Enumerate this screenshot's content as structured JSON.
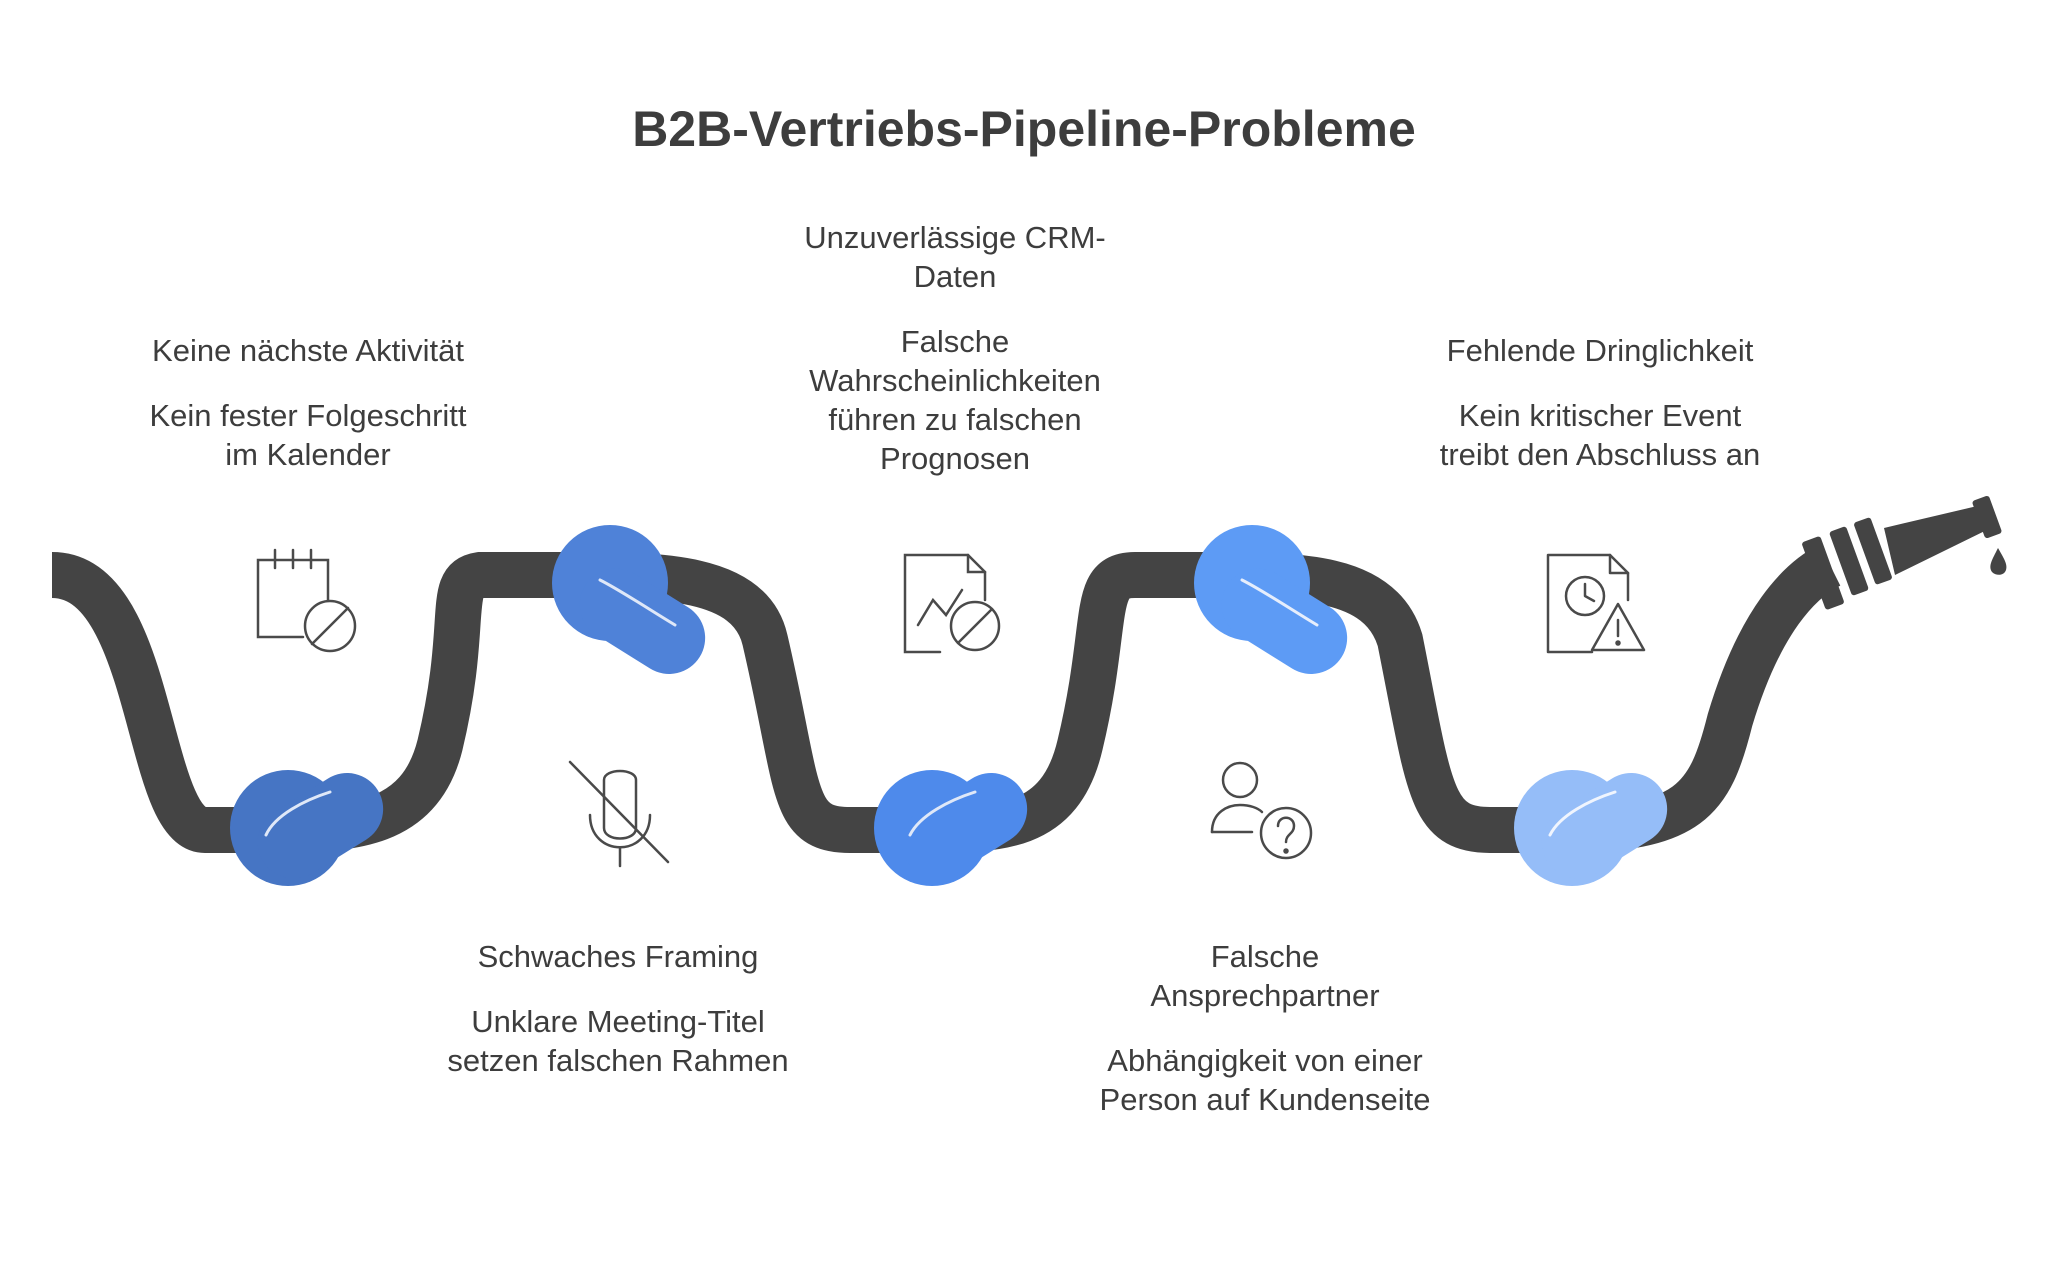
{
  "title": "B2B-Vertriebs-Pipeline-Probleme",
  "steps": [
    {
      "heading": "Keine nächste Aktivität",
      "description_lines": [
        "Kein fester Folgeschritt",
        "im Kalender"
      ],
      "icon": "calendar-blocked-icon",
      "knot_color": "#4675C4"
    },
    {
      "heading_lines": [
        "Schwaches Framing"
      ],
      "description_lines": [
        "Unklare Meeting-Titel",
        "setzen falschen Rahmen"
      ],
      "icon": "muted-microphone-icon",
      "knot_color": "#4F82D8"
    },
    {
      "heading_lines": [
        "Unzuverlässige CRM-",
        "Daten"
      ],
      "description_lines": [
        "Falsche",
        "Wahrscheinlichkeiten",
        "führen zu falschen",
        "Prognosen"
      ],
      "icon": "chart-blocked-icon",
      "knot_color": "#4E8AEB"
    },
    {
      "heading_lines": [
        "Falsche",
        "Ansprechpartner"
      ],
      "description_lines": [
        "Abhängigkeit von einer",
        "Person auf Kundenseite"
      ],
      "icon": "user-question-icon",
      "knot_color": "#5D9BF5"
    },
    {
      "heading_lines": [
        "Fehlende Dringlichkeit"
      ],
      "description_lines": [
        "Kein kritischer Event",
        "treibt den Abschluss an"
      ],
      "icon": "document-clock-warning-icon",
      "knot_color": "#95BDF8"
    }
  ],
  "colors": {
    "hose": "#444444",
    "icon_stroke": "#4a4a4a",
    "text": "#3d3d3d"
  }
}
